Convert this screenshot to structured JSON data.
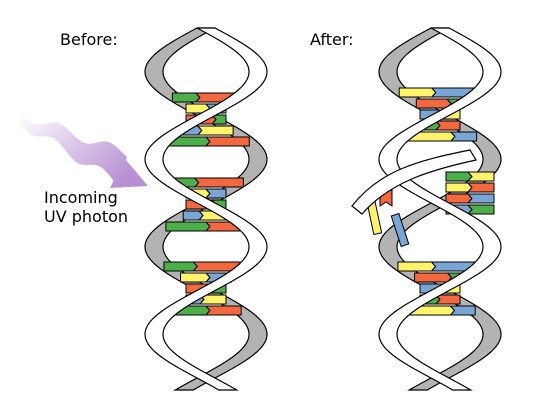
{
  "labels": {
    "before": "Before:",
    "after": "After:",
    "uv_line1": "Incoming",
    "uv_line2": "UV photon"
  },
  "colors": {
    "background": "#ffffff",
    "outline": "#000000",
    "backbone_front": "#ffffff",
    "backbone_back": "#b3b3b3",
    "photon": "#b78fd2",
    "base_green": "#4caf4a",
    "base_yellow": "#fff36b",
    "base_red": "#f2683f",
    "base_blue": "#79a6d4"
  },
  "diagram": {
    "panels": [
      "before",
      "after"
    ],
    "photon_icon": "wavy-arrow-icon"
  }
}
